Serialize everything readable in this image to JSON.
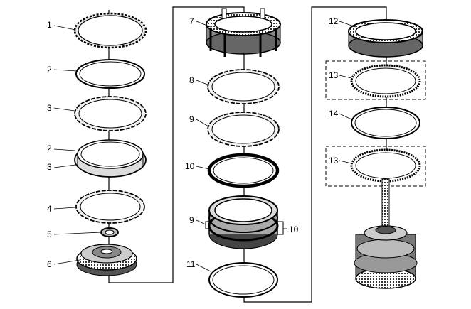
{
  "callouts": {
    "c1": "1",
    "c2a": "2",
    "c3a": "3",
    "c2b": "2",
    "c3b": "3",
    "c4": "4",
    "c5": "5",
    "c6": "6",
    "c7": "7",
    "c8": "8",
    "c9a": "9",
    "c10a": "10",
    "c9b": "9",
    "c10b": "10",
    "c11": "11",
    "c12": "12",
    "c13a": "13",
    "c14": "14",
    "c13b": "13"
  }
}
